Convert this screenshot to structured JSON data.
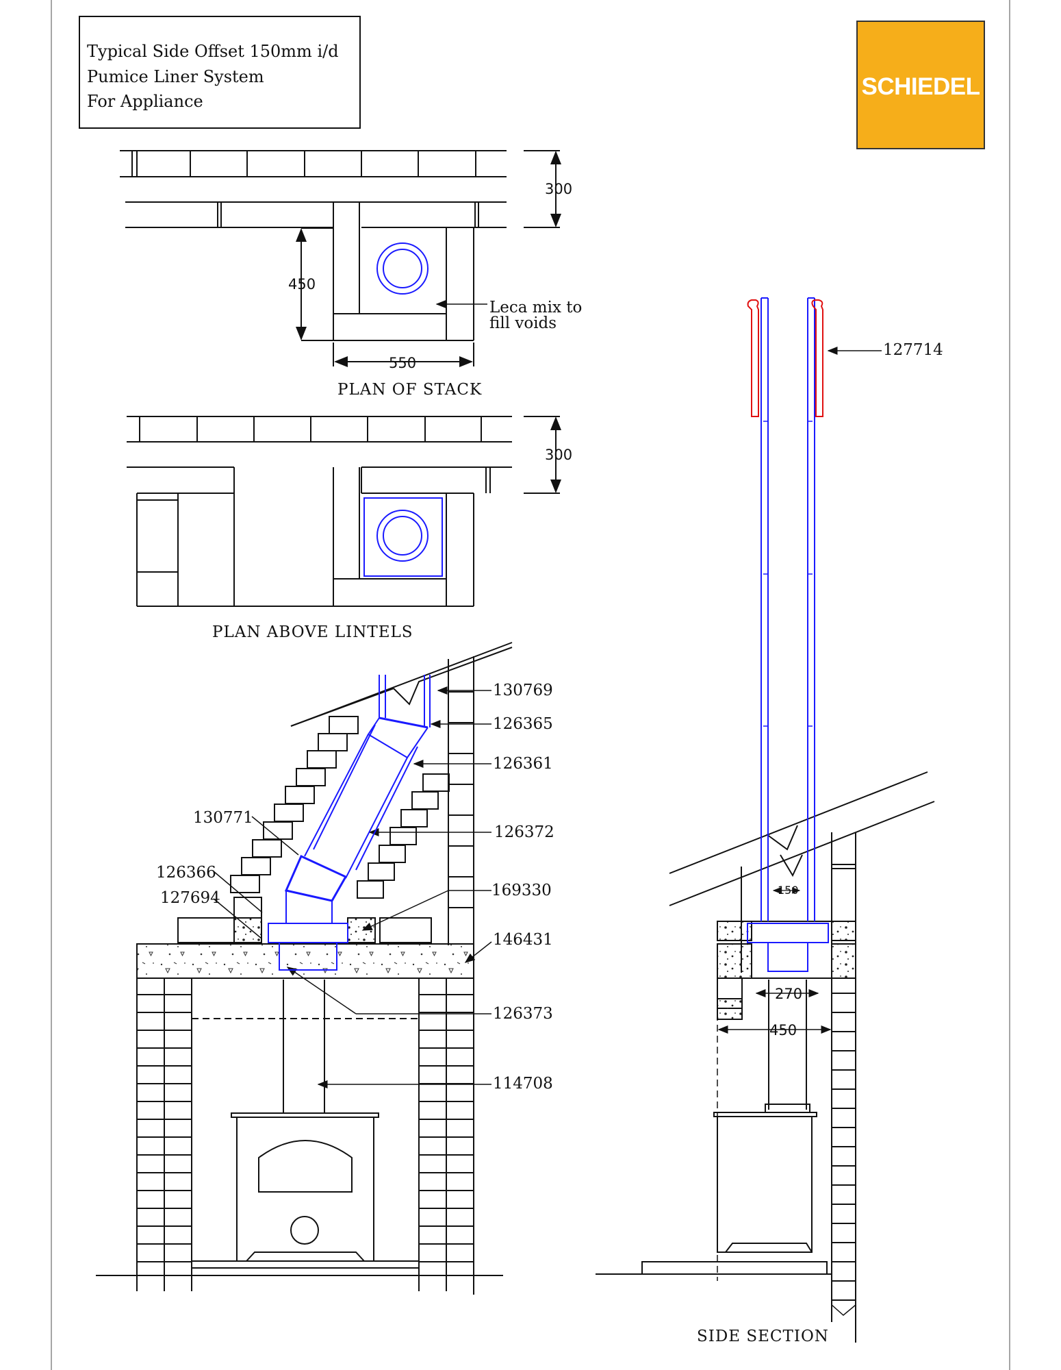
{
  "title": {
    "lines": [
      "Typical Side Offset 150mm i/d",
      "Pumice Liner System",
      "For Appliance"
    ]
  },
  "logo": {
    "text": "SCHIEDEL",
    "background": "#f6ae1a",
    "text_color": "#ffffff"
  },
  "colors": {
    "line": "#111111",
    "liner": "#1a1aff",
    "terminal": "#e01010"
  },
  "views": {
    "plan_stack": "PLAN OF STACK",
    "plan_lintels": "PLAN ABOVE  LINTELS",
    "side_section": "SIDE SECTION"
  },
  "dimensions": {
    "stack_depth": "300",
    "stack_inner": "450",
    "stack_width": "550",
    "lintel_depth": "300",
    "liner_id": "150",
    "section_270": "270",
    "section_450": "450"
  },
  "notes": {
    "leca_line1": "Leca mix to",
    "leca_line2": "fill voids"
  },
  "parts": {
    "p127714": "127714",
    "p130769": "130769",
    "p126365": "126365",
    "p126361": "126361",
    "p130771": "130771",
    "p126372": "126372",
    "p126366": "126366",
    "p127694": "127694",
    "p169330": "169330",
    "p146431": "146431",
    "p126373": "126373",
    "p114708": "114708"
  }
}
